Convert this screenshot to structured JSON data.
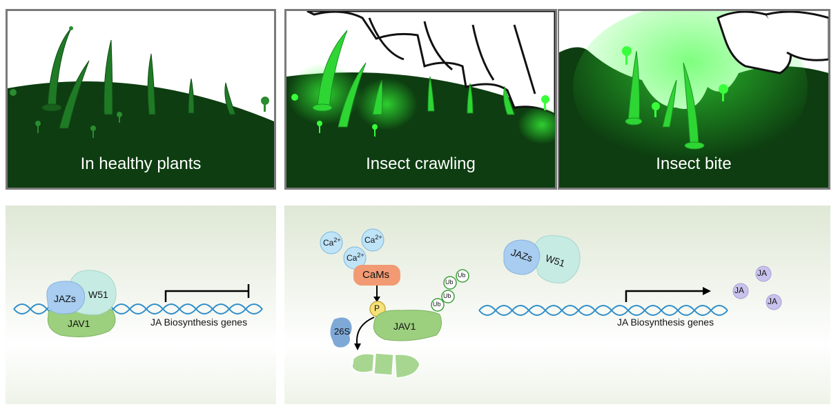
{
  "top_panels": [
    {
      "caption": "In healthy plants"
    },
    {
      "caption": "Insect crawling"
    },
    {
      "caption": "Insect bite"
    }
  ],
  "left_model": {
    "jazs": "JAZs",
    "w51": "W51",
    "jav1": "JAV1",
    "gene_label": "JA Biosynthesis genes"
  },
  "right_model": {
    "ca_ions": [
      "Ca",
      "Ca",
      "Ca"
    ],
    "ca_charge": "2+",
    "cams": "CaMs",
    "phospho": "P",
    "ubiquitin": [
      "Ub",
      "Ub",
      "Ub",
      "Ub"
    ],
    "proteasome": "26S",
    "jav1": "JAV1",
    "jazs": "JAZs",
    "w51": "W51",
    "gene_label": "JA Biosynthesis genes",
    "ja": [
      "JA",
      "JA",
      "JA"
    ]
  },
  "colors": {
    "leaf_dark": "#0d3d10",
    "trichome": "#1f7a25",
    "glow": "#39ff3a",
    "dna": "#2f8ec9",
    "jav1": "#9ccf7e",
    "cams": "#f19a73",
    "ca": "#bfe3f7",
    "ja": "#c9c2ec",
    "phospho": "#f7e27a"
  }
}
